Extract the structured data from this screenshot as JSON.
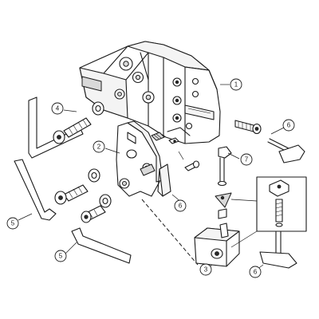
{
  "callouts": [
    {
      "id": "c1",
      "label": "1"
    },
    {
      "id": "c2",
      "label": "2"
    },
    {
      "id": "c3",
      "label": "3"
    },
    {
      "id": "c4",
      "label": "4"
    },
    {
      "id": "c5a",
      "label": "5"
    },
    {
      "id": "c5b",
      "label": "5"
    },
    {
      "id": "c6a",
      "label": "6"
    },
    {
      "id": "c6b",
      "label": "6"
    },
    {
      "id": "c6c",
      "label": "6"
    },
    {
      "id": "c7",
      "label": "7"
    }
  ]
}
